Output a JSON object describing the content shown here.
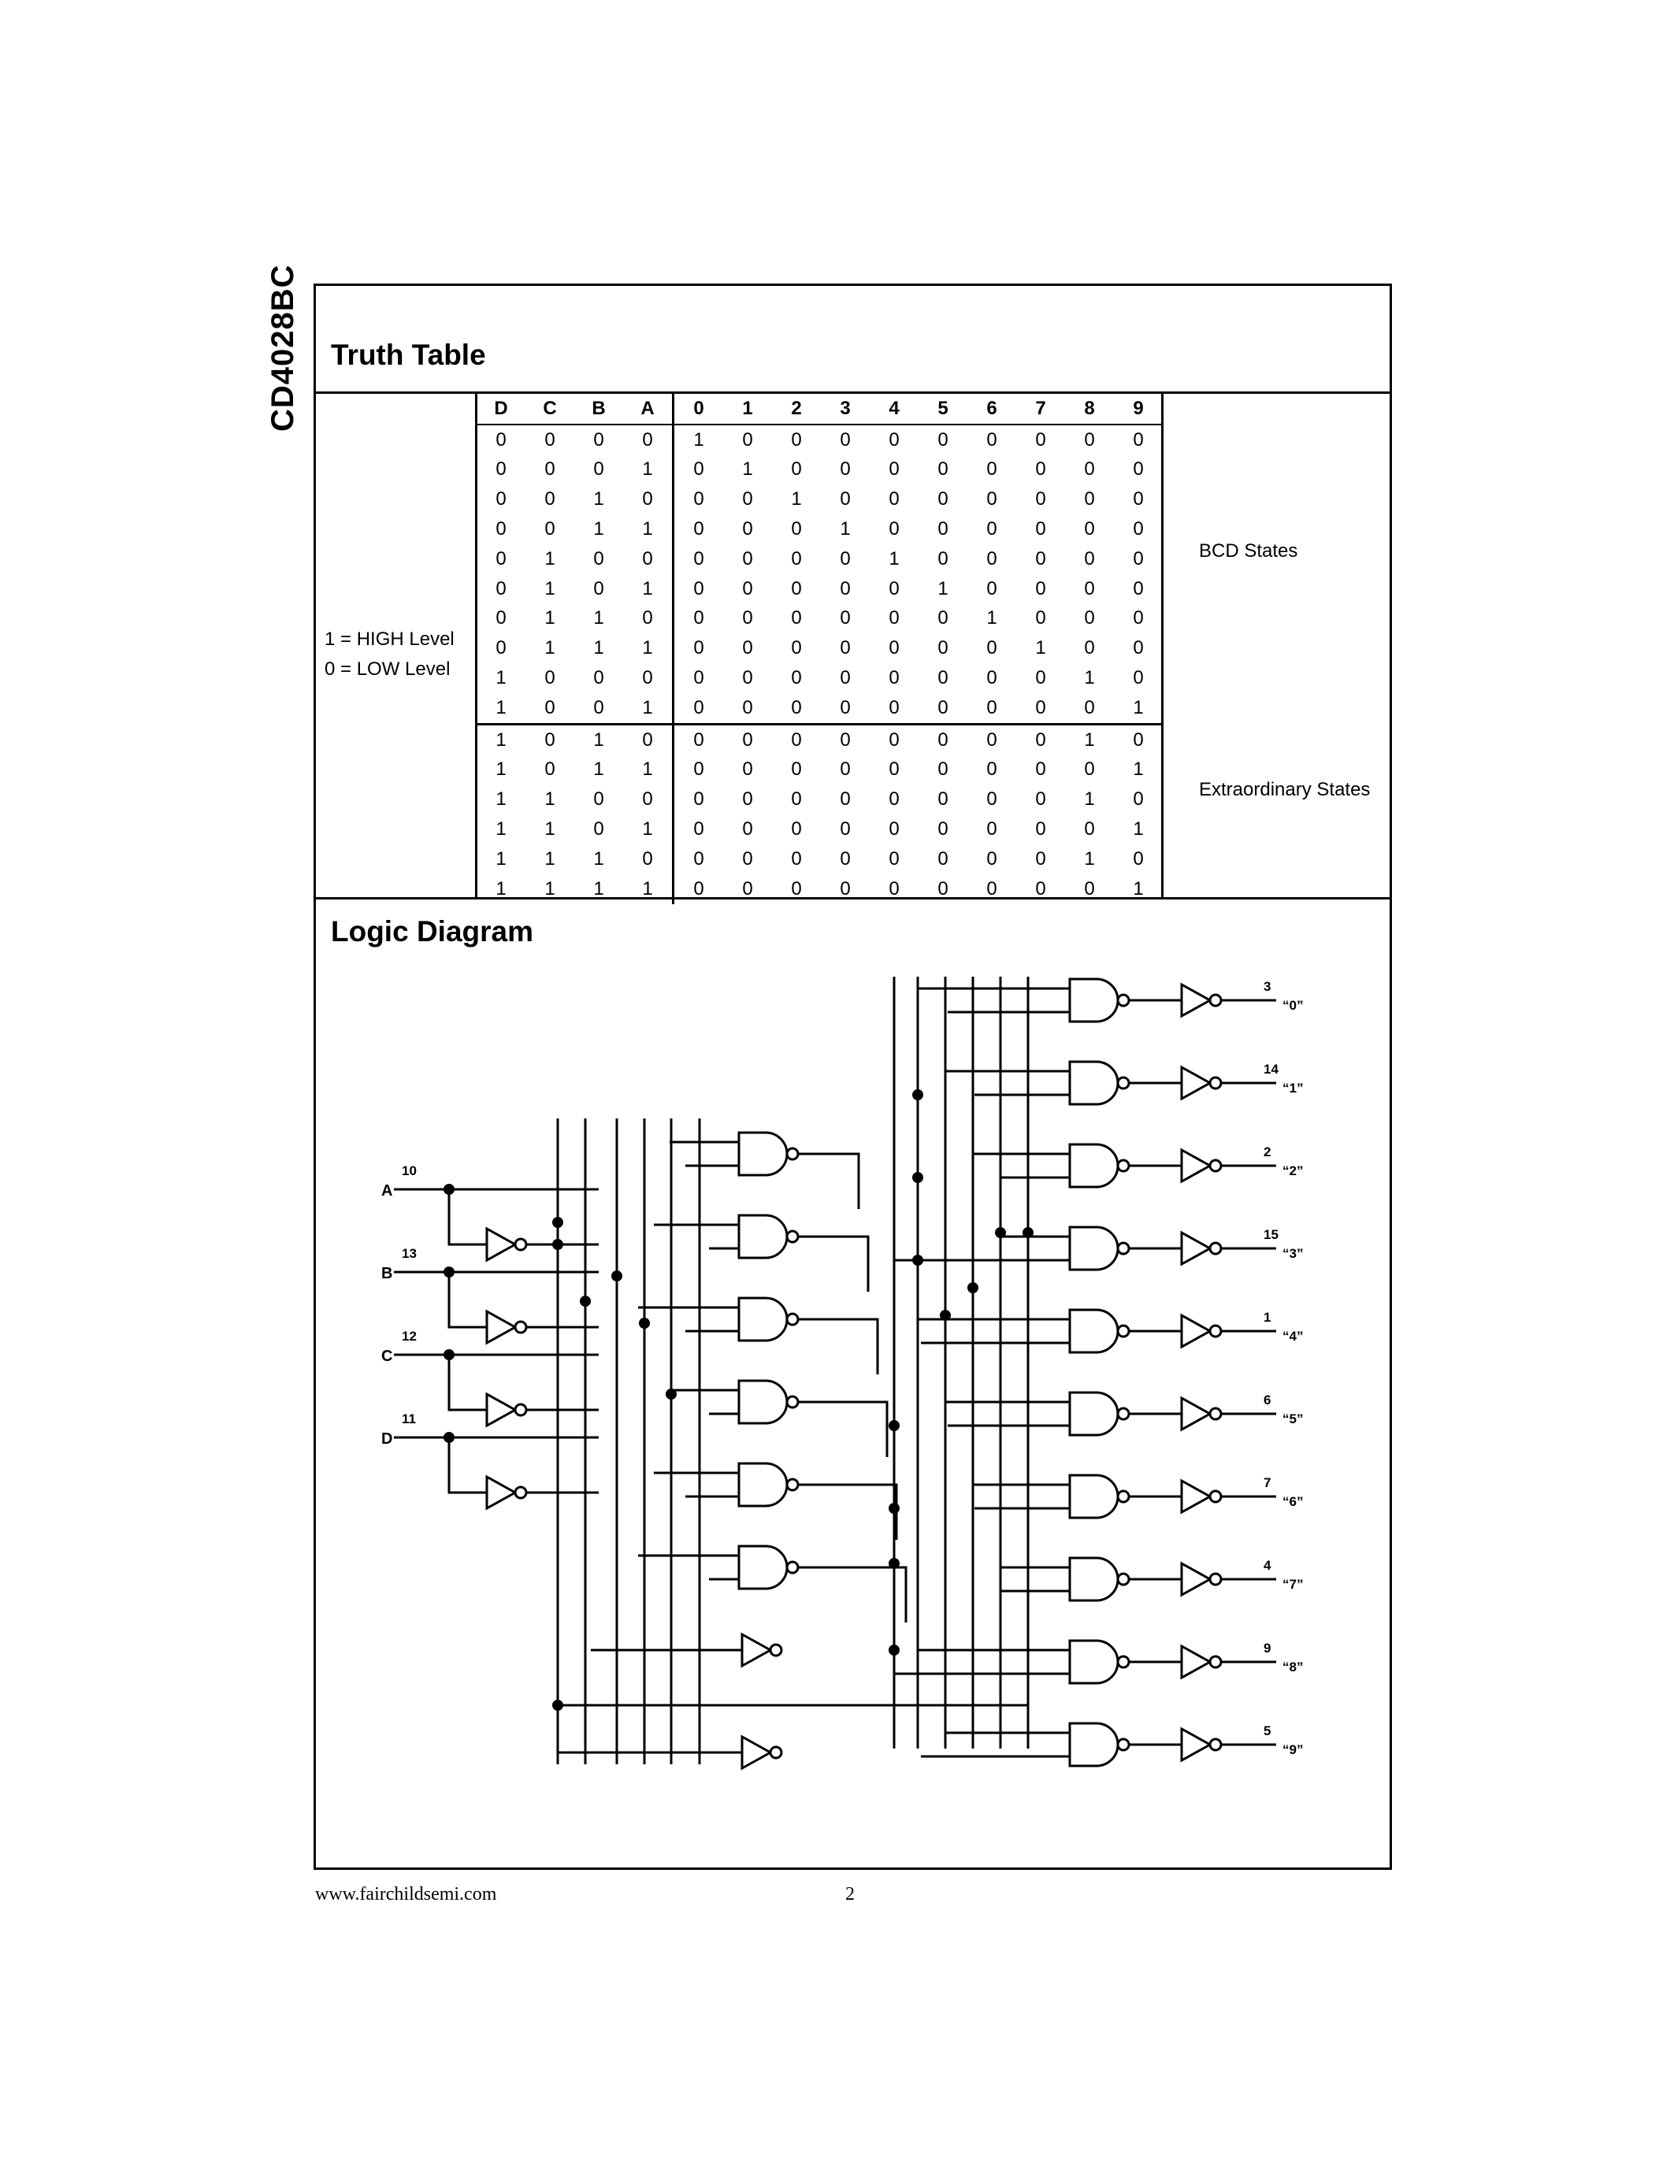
{
  "side_title": "CD4028BC",
  "truth_table": {
    "title": "Truth Table",
    "columns": [
      "D",
      "C",
      "B",
      "A",
      "0",
      "1",
      "2",
      "3",
      "4",
      "5",
      "6",
      "7",
      "8",
      "9"
    ],
    "legend": [
      "1 = HIGH Level",
      "0 = LOW Level"
    ],
    "groups": [
      {
        "label": "BCD States",
        "rows": [
          [
            "0",
            "0",
            "0",
            "0",
            "1",
            "0",
            "0",
            "0",
            "0",
            "0",
            "0",
            "0",
            "0",
            "0"
          ],
          [
            "0",
            "0",
            "0",
            "1",
            "0",
            "1",
            "0",
            "0",
            "0",
            "0",
            "0",
            "0",
            "0",
            "0"
          ],
          [
            "0",
            "0",
            "1",
            "0",
            "0",
            "0",
            "1",
            "0",
            "0",
            "0",
            "0",
            "0",
            "0",
            "0"
          ],
          [
            "0",
            "0",
            "1",
            "1",
            "0",
            "0",
            "0",
            "1",
            "0",
            "0",
            "0",
            "0",
            "0",
            "0"
          ],
          [
            "0",
            "1",
            "0",
            "0",
            "0",
            "0",
            "0",
            "0",
            "1",
            "0",
            "0",
            "0",
            "0",
            "0"
          ],
          [
            "0",
            "1",
            "0",
            "1",
            "0",
            "0",
            "0",
            "0",
            "0",
            "1",
            "0",
            "0",
            "0",
            "0"
          ],
          [
            "0",
            "1",
            "1",
            "0",
            "0",
            "0",
            "0",
            "0",
            "0",
            "0",
            "1",
            "0",
            "0",
            "0"
          ],
          [
            "0",
            "1",
            "1",
            "1",
            "0",
            "0",
            "0",
            "0",
            "0",
            "0",
            "0",
            "1",
            "0",
            "0"
          ],
          [
            "1",
            "0",
            "0",
            "0",
            "0",
            "0",
            "0",
            "0",
            "0",
            "0",
            "0",
            "0",
            "1",
            "0"
          ],
          [
            "1",
            "0",
            "0",
            "1",
            "0",
            "0",
            "0",
            "0",
            "0",
            "0",
            "0",
            "0",
            "0",
            "1"
          ]
        ]
      },
      {
        "label": "Extraordinary States",
        "rows": [
          [
            "1",
            "0",
            "1",
            "0",
            "0",
            "0",
            "0",
            "0",
            "0",
            "0",
            "0",
            "0",
            "1",
            "0"
          ],
          [
            "1",
            "0",
            "1",
            "1",
            "0",
            "0",
            "0",
            "0",
            "0",
            "0",
            "0",
            "0",
            "0",
            "1"
          ],
          [
            "1",
            "1",
            "0",
            "0",
            "0",
            "0",
            "0",
            "0",
            "0",
            "0",
            "0",
            "0",
            "1",
            "0"
          ],
          [
            "1",
            "1",
            "0",
            "1",
            "0",
            "0",
            "0",
            "0",
            "0",
            "0",
            "0",
            "0",
            "0",
            "1"
          ],
          [
            "1",
            "1",
            "1",
            "0",
            "0",
            "0",
            "0",
            "0",
            "0",
            "0",
            "0",
            "0",
            "1",
            "0"
          ],
          [
            "1",
            "1",
            "1",
            "1",
            "0",
            "0",
            "0",
            "0",
            "0",
            "0",
            "0",
            "0",
            "0",
            "1"
          ]
        ]
      }
    ]
  },
  "logic_diagram": {
    "title": "Logic Diagram",
    "inputs": [
      {
        "name": "A",
        "pin": "10"
      },
      {
        "name": "B",
        "pin": "13"
      },
      {
        "name": "C",
        "pin": "12"
      },
      {
        "name": "D",
        "pin": "11"
      }
    ],
    "outputs": [
      {
        "pin": "3",
        "label": "“0”"
      },
      {
        "pin": "14",
        "label": "“1”"
      },
      {
        "pin": "2",
        "label": "“2”"
      },
      {
        "pin": "15",
        "label": "“3”"
      },
      {
        "pin": "1",
        "label": "“4”"
      },
      {
        "pin": "6",
        "label": "“5”"
      },
      {
        "pin": "7",
        "label": "“6”"
      },
      {
        "pin": "4",
        "label": "“7”"
      },
      {
        "pin": "9",
        "label": "“8”"
      },
      {
        "pin": "5",
        "label": "“9”"
      }
    ]
  },
  "footer": {
    "url": "www.fairchildsemi.com",
    "page": "2"
  }
}
